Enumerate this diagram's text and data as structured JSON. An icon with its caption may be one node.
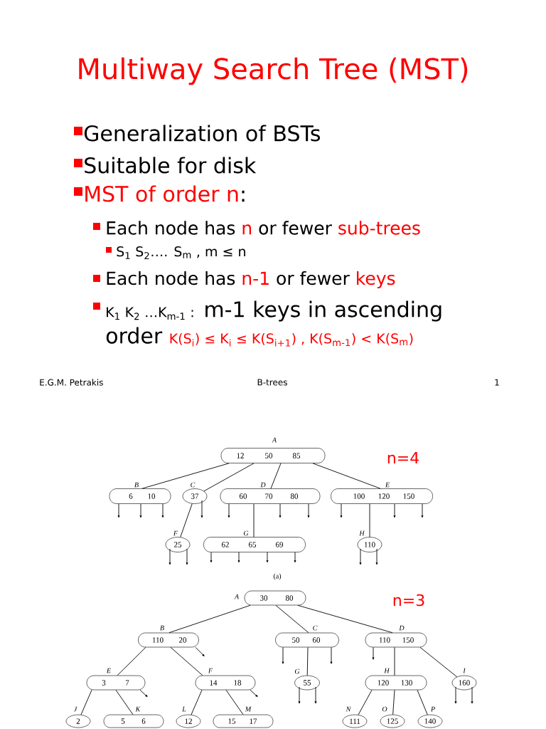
{
  "diagram": {
    "title": "Multiway Search Tree (MST)",
    "nodes": [
      {
        "text": [
          "A",
          "12",
          "50",
          "85"
        ]
      },
      {
        "text": [
          "B",
          "6",
          "10"
        ]
      },
      {
        "text": [
          "C",
          "37"
        ]
      },
      {
        "text": [
          "D",
          "60",
          "70",
          "80"
        ]
      },
      {
        "text": [
          "E",
          "100",
          "120",
          "150"
        ]
      },
      {
        "text": [
          "F",
          "25"
        ]
      },
      {
        "text": [
          "G",
          "62",
          "65",
          "69"
        ]
      },
      {
        "text": [
          "H",
          "110"
        ]
      },
      {
        "text": [
          "A",
          "30",
          "80"
        ]
      },
      {
        "text": [
          "B",
          "110",
          "20"
        ]
      },
      {
        "text": [
          "C",
          "50",
          "60"
        ]
      },
      {
        "text": [
          "D",
          "110",
          "150"
        ]
      },
      {
        "text": [
          "E",
          "3",
          "7"
        ]
      },
      {
        "text": [
          "F",
          "14",
          "18"
        ]
      },
      {
        "text": [
          "G",
          "55"
        ]
      },
      {
        "text": [
          "H",
          "120",
          "130"
        ]
      },
      {
        "text": [
          "I",
          "160"
        ]
      },
      {
        "text": [
          "J",
          "2"
        ]
      },
      {
        "text": [
          "K",
          "5",
          "6"
        ]
      },
      {
        "text": [
          "L",
          "12"
        ]
      },
      {
        "text": [
          "M",
          "15",
          "17"
        ]
      },
      {
        "text": [
          "N",
          "111"
        ]
      },
      {
        "text": [
          "O",
          "125"
        ]
      },
      {
        "text": [
          "P",
          "140"
        ]
      }
    ],
    "edges": [
      {
        "from": 0,
        "to": 1,
        "arrow": "none"
      },
      {
        "from": 0,
        "to": 2,
        "arrow": "none"
      },
      {
        "from": 0,
        "to": 3,
        "arrow": "none"
      },
      {
        "from": 0,
        "to": 4,
        "arrow": "none"
      },
      {
        "from": 2,
        "to": 5,
        "arrow": "none"
      },
      {
        "from": 3,
        "to": 6,
        "arrow": "none"
      },
      {
        "from": 4,
        "to": 7,
        "arrow": "none"
      },
      {
        "from": 1,
        "to": null,
        "arrow": "to"
      },
      {
        "from": 1,
        "to": null,
        "arrow": "to"
      },
      {
        "from": 1,
        "to": null,
        "arrow": "to"
      },
      {
        "from": 2,
        "to": null,
        "arrow": "to"
      },
      {
        "from": 3,
        "to": null,
        "arrow": "to"
      },
      {
        "from": 3,
        "to": null,
        "arrow": "to"
      },
      {
        "from": 3,
        "to": null,
        "arrow": "to"
      },
      {
        "from": 4,
        "to": null,
        "arrow": "to"
      },
      {
        "from": 4,
        "to": null,
        "arrow": "to"
      },
      {
        "from": 4,
        "to": null,
        "arrow": "to"
      },
      {
        "from": 5,
        "to": null,
        "arrow": "to"
      },
      {
        "from": 5,
        "to": null,
        "arrow": "to"
      },
      {
        "from": 6,
        "to": null,
        "arrow": "to"
      },
      {
        "from": 6,
        "to": null,
        "arrow": "to"
      },
      {
        "from": 6,
        "to": null,
        "arrow": "to"
      },
      {
        "from": 6,
        "to": null,
        "arrow": "to"
      },
      {
        "from": 7,
        "to": null,
        "arrow": "to"
      },
      {
        "from": 7,
        "to": null,
        "arrow": "to"
      },
      {
        "from": 8,
        "to": 9,
        "arrow": "none"
      },
      {
        "from": 8,
        "to": 10,
        "arrow": "none"
      },
      {
        "from": 8,
        "to": 11,
        "arrow": "none"
      },
      {
        "from": 9,
        "to": 12,
        "arrow": "none"
      },
      {
        "from": 9,
        "to": 13,
        "arrow": "none"
      },
      {
        "from": 10,
        "to": 14,
        "arrow": "none"
      },
      {
        "from": 11,
        "to": 15,
        "arrow": "none"
      },
      {
        "from": 11,
        "to": 16,
        "arrow": "none"
      },
      {
        "from": 12,
        "to": 17,
        "arrow": "none"
      },
      {
        "from": 12,
        "to": 18,
        "arrow": "none"
      },
      {
        "from": 13,
        "to": 19,
        "arrow": "none"
      },
      {
        "from": 13,
        "to": 20,
        "arrow": "none"
      },
      {
        "from": 15,
        "to": 21,
        "arrow": "none"
      },
      {
        "from": 15,
        "to": 22,
        "arrow": "none"
      },
      {
        "from": 15,
        "to": 23,
        "arrow": "none"
      },
      {
        "from": 9,
        "to": null,
        "arrow": "to"
      },
      {
        "from": 10,
        "to": null,
        "arrow": "to"
      },
      {
        "from": 10,
        "to": null,
        "arrow": "to"
      },
      {
        "from": 11,
        "to": null,
        "arrow": "to"
      },
      {
        "from": 12,
        "to": null,
        "arrow": "to"
      },
      {
        "from": 13,
        "to": null,
        "arrow": "to"
      },
      {
        "from": 14,
        "to": null,
        "arrow": "to"
      },
      {
        "from": 14,
        "to": null,
        "arrow": "to"
      },
      {
        "from": 16,
        "to": null,
        "arrow": "to"
      },
      {
        "from": 16,
        "to": null,
        "arrow": "to"
      }
    ],
    "labels": [
      "Generalization of BSTs",
      "Suitable for disk",
      "MST of order n",
      ":",
      "Each node has",
      "n",
      "or fewer",
      "sub-trees",
      "S$_{1}$ S$_{2}$…. S$_{m}$ , m ≤ n",
      "Each node has",
      "n-1",
      "or fewer",
      "keys",
      "K$_{1}$ K$_{2}$ …K$_{m-1}$ :",
      "m-1 keys in ascending",
      "order",
      "K(S$_{i}$) ≤ K$_{i}$ ≤ K(S$_{i+1}$) , K(S$_{m-1}$) < K(S$_{m}$)",
      "E.G.M. Petrakis",
      "B-trees",
      "1",
      "n=4",
      "(a)",
      "n=3"
    ]
  }
}
